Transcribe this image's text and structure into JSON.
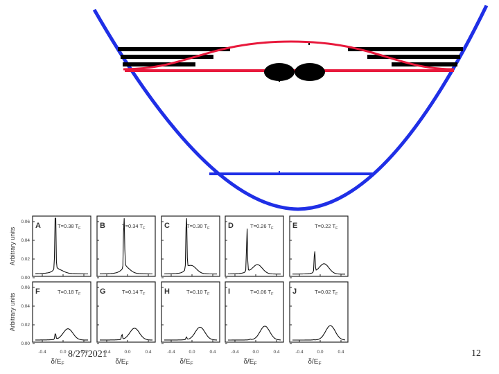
{
  "slide": {
    "date": "8/27/2021",
    "page_number": "12"
  },
  "diagram": {
    "trap_color": "#1f2fe6",
    "pair_level_color": "#e8193c",
    "level_color": "#000000"
  },
  "figure": {
    "ylabel": "Arbitrary units",
    "xlabel": "δ/E",
    "xlabel_sub": "F",
    "yticks": [
      "0.06",
      "0.04",
      "0.02",
      "0.00"
    ],
    "xticks": [
      "-0.4",
      "0.0",
      "0.4"
    ],
    "panels": [
      {
        "letter": "A",
        "temp": "T=0.38 T",
        "sub": "F"
      },
      {
        "letter": "B",
        "temp": "T=0.34 T",
        "sub": "F"
      },
      {
        "letter": "C",
        "temp": "T=0.30 T",
        "sub": "F"
      },
      {
        "letter": "D",
        "temp": "T=0.26 T",
        "sub": "F"
      },
      {
        "letter": "E",
        "temp": "T=0.22 T",
        "sub": "F"
      },
      {
        "letter": "F",
        "temp": "T=0.18 T",
        "sub": "F"
      },
      {
        "letter": "G",
        "temp": "T=0.14 T",
        "sub": "F"
      },
      {
        "letter": "H",
        "temp": "T=0.10 T",
        "sub": "F"
      },
      {
        "letter": "I",
        "temp": "T=0.06 T",
        "sub": "F"
      },
      {
        "letter": "J",
        "temp": "T=0.02 T",
        "sub": "F"
      }
    ]
  }
}
